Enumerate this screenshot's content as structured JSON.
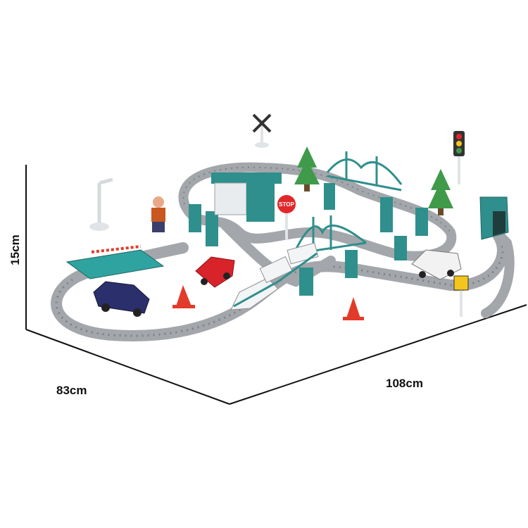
{
  "dimensions": {
    "height_label": "15cm",
    "depth_label": "83cm",
    "width_label": "108cm"
  },
  "signs": {
    "stop_text": "STOP"
  },
  "colors": {
    "track_gray": "#a3a7ab",
    "track_dark": "#7d8185",
    "teal": "#2f8f8c",
    "teal_dark": "#1f6663",
    "pine": "#3f9a4a",
    "cone_red": "#e23b2a",
    "car_red": "#d8232a",
    "car_navy": "#2b2f6b",
    "car_white": "#f2f2f2",
    "stop_red": "#e0282a",
    "sign_yellow": "#f4c51c"
  }
}
